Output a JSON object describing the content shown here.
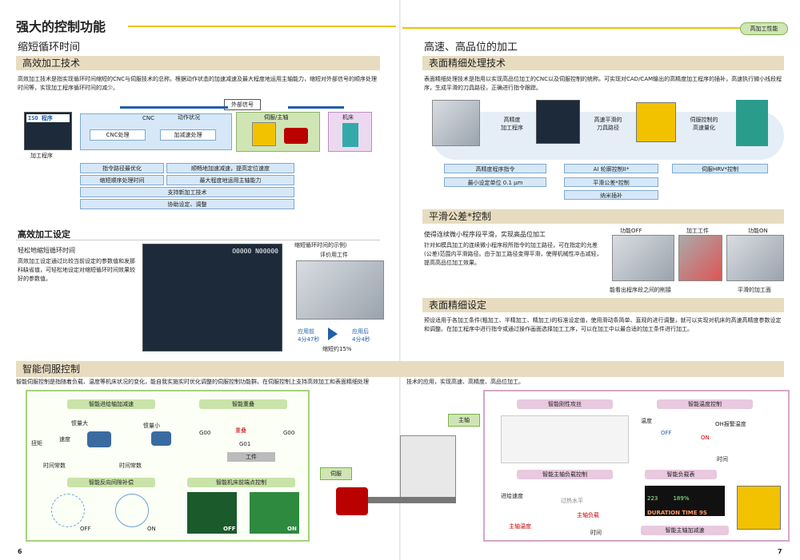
{
  "left": {
    "title": "强大的控制功能",
    "subtitle": "缩短循环时间",
    "band1": "高效加工技术",
    "band1_text": "高效加工技术是指实现循环时间缩短的CNC与伺服技术的总称。根据动作状态的加速减速及最大程度地运用主轴能力，缩短对外部信号的顺序处理时间等，实现加工程序循环时间的减少。",
    "diagram": {
      "external_signal": "外部信号",
      "cnc": "CNC",
      "action_status": "动作状况",
      "servo_spindle": "伺服/主轴",
      "machine": "机床",
      "iso_program": "ISO 程序",
      "program_label": "加工程序",
      "cnc_proc": "CNC处理",
      "accel_proc": "加减速处理",
      "items": [
        "指令路径最优化",
        "顺畅地加速减速，提高定位速度",
        "缩短顺序处理时间",
        "最大程度地运用主轴能力",
        "支持新加工技术",
        "协助设定、调整"
      ]
    },
    "band2": "高效加工设定",
    "easy_title": "轻松地缩短循环时间",
    "easy_text": "高效加工设定通过比较当前设定的参数值和发那科缺省值，可轻松地设定对缩短循环时间效果较好的参数值。",
    "screen_header": "O0000 N00000",
    "example_title": "缩短循环时间的示例）",
    "workpiece_title": "评价用工件",
    "before_label": "应用前",
    "before_time": "4分47秒",
    "after_label": "应用后",
    "after_time": "4分4秒",
    "reduction": "缩短约15%",
    "page": "6"
  },
  "right": {
    "tag": "高加工性能",
    "subtitle": "高速、高品位的加工",
    "band1": "表面精细处理技术",
    "band1_text": "表面精细处理技术是指用以实现高品位加工的CNC以及伺服控制的统称。可实现对CAD/CAM输出的高精度加工程序的插补，高速执行微小线段程序，生成平滑的刀具路径，正确进行指令跟踪。",
    "flow": [
      "高精度\n加工程序",
      "高速平滑的\n刀具路径",
      "伺服控制的\n高速量化"
    ],
    "boxes": [
      "高精度程序指令",
      "AI 轮廓控制II*",
      "伺服HRV*控制",
      "最小设定单位 0.1 μm",
      "平滑公差*控制",
      "纳米插补"
    ],
    "band2": "平滑公差*控制",
    "smooth_title": "使得连续微小程序段平滑，实现高品位加工",
    "smooth_text": "针对如模具加工的连续微小程序段所指令的加工路径，可在指定的允差(公差)范围内平滑路径。由于加工路径变得平滑，使得机械性冲击减轻，提高高品位加工效果。",
    "func_off": "功能OFF",
    "workpiece": "加工工件",
    "func_on": "功能ON",
    "caption_left": "能看出程序段之间的削接",
    "caption_right": "平滑的加工面",
    "band3": "表面精细设定",
    "fine_text": "预设适用于各加工条件(粗加工、半精加工、精加工)的标准设定值，使用滑动条简单、直观的进行调整，就可以实现对机床的高速高精度参数设定和调整。在加工程序中进行指令或通过操作画面选择加工工序，可以在加工中以最合适的加工条件进行加工。",
    "page": "7"
  },
  "bottom": {
    "band": "智能伺服控制",
    "text_left": "智能伺服控制是指随着负载、温度等机床状况的变化，能自我实施实时优化调整的伺服控制功能群。在伺服控制上支持高效加工和表面精细处理",
    "text_right": "技术的应用，实现高速、高精度、高品位加工。",
    "servo_label": "伺服",
    "spindle_label": "主轴",
    "panels_left": {
      "feed_accel": "智能进给轴加减速",
      "overlap": "智能重叠",
      "backlash": "智能反向间隙补偿",
      "tip_control": "智能机床前端点控制",
      "inertia_big": "惯量大",
      "inertia_small": "惯量小",
      "speed": "速度",
      "torque": "扭矩",
      "time_const": "时间常数",
      "g00a": "G00",
      "overlap_lbl": "重叠",
      "g00b": "G00",
      "g01": "G01",
      "workpiece": "工件",
      "off": "OFF",
      "on": "ON",
      "off2": "OFF",
      "on2": "ON"
    },
    "panels_right": {
      "tapping": "智能刚性攻丝",
      "temp": "智能温度控制",
      "spindle_load": "智能主轴负载控制",
      "load_meter": "智能负载表",
      "spindle_accel": "智能主轴加减速",
      "temp_lbl": "温度",
      "oh": "OH报警温度",
      "off": "OFF",
      "on": "ON",
      "time": "时间",
      "feed_speed": "进给速度",
      "overload": "过热水平",
      "spindle_load_lbl": "主轴负载",
      "spindle_temp": "主轴温度",
      "time2": "时间",
      "meter_a": "223",
      "meter_b": "189%",
      "duration": "DURATION TIME 9S"
    }
  },
  "colors": {
    "band": "#e7dcc0",
    "yellow": "#f2c200",
    "blue": "#1f5fa8",
    "green": "#8fc45a",
    "pink": "#c97fae"
  }
}
